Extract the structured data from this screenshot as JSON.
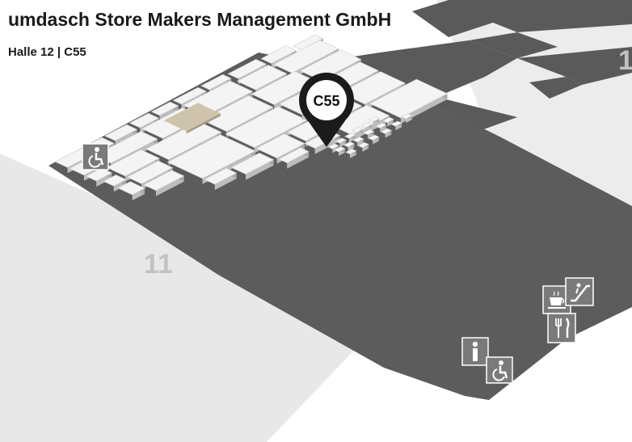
{
  "header": {
    "exhibitor_name": "umdasch Store Makers Management GmbH",
    "location": "Halle 12 | C55"
  },
  "map": {
    "hall_labels": {
      "hall_11": "11",
      "hall_12_partial": "1"
    },
    "highlighted_booth": {
      "label": "C55",
      "fill": "#cdc4ab"
    },
    "pin": {
      "label": "C55",
      "color": "#1b1b1b"
    },
    "colors": {
      "background": "#ffffff",
      "hall_floor": "#e8e8e8",
      "aisle": "#5c5c5c",
      "booth_top": "#f4f4f4",
      "booth_side": "#bdbdbd",
      "icon_bg": "#7a7a7a"
    },
    "icons": [
      "wheelchair-icon",
      "info-icon",
      "wheelchair-icon",
      "cafe-icon",
      "restaurant-icon",
      "escalator-icon"
    ]
  }
}
